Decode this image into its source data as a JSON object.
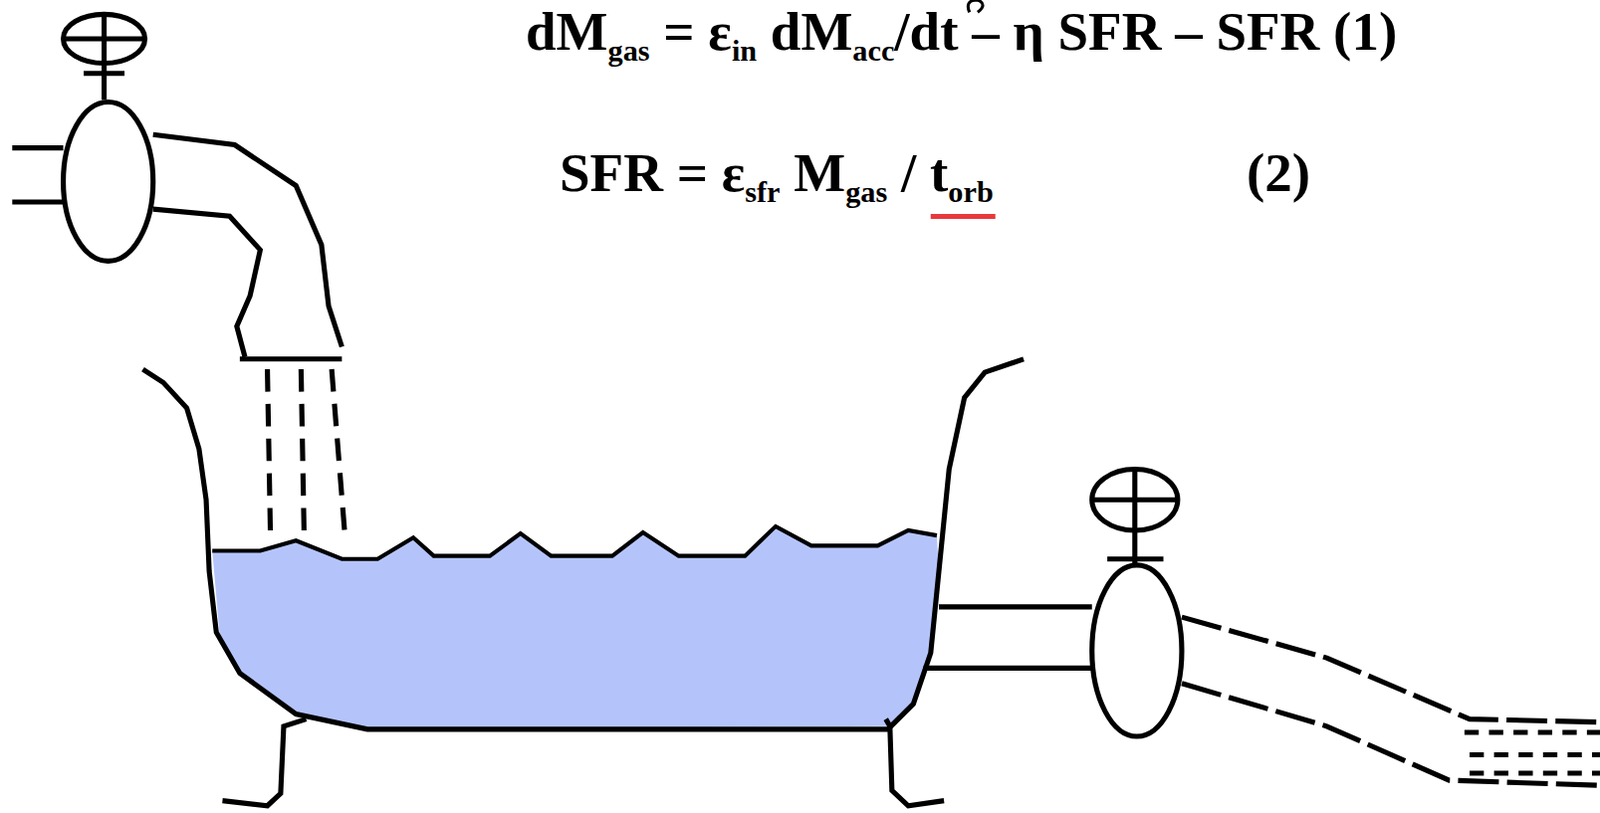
{
  "diagram": {
    "labels": [
      "dM",
      "gas",
      "= ε",
      "in",
      "dM",
      "acc",
      "/dt – η SFR – SFR (1)",
      "SFR = ε",
      "sfr",
      "M",
      "gas",
      "/ t",
      "orb",
      "(2)"
    ]
  }
}
